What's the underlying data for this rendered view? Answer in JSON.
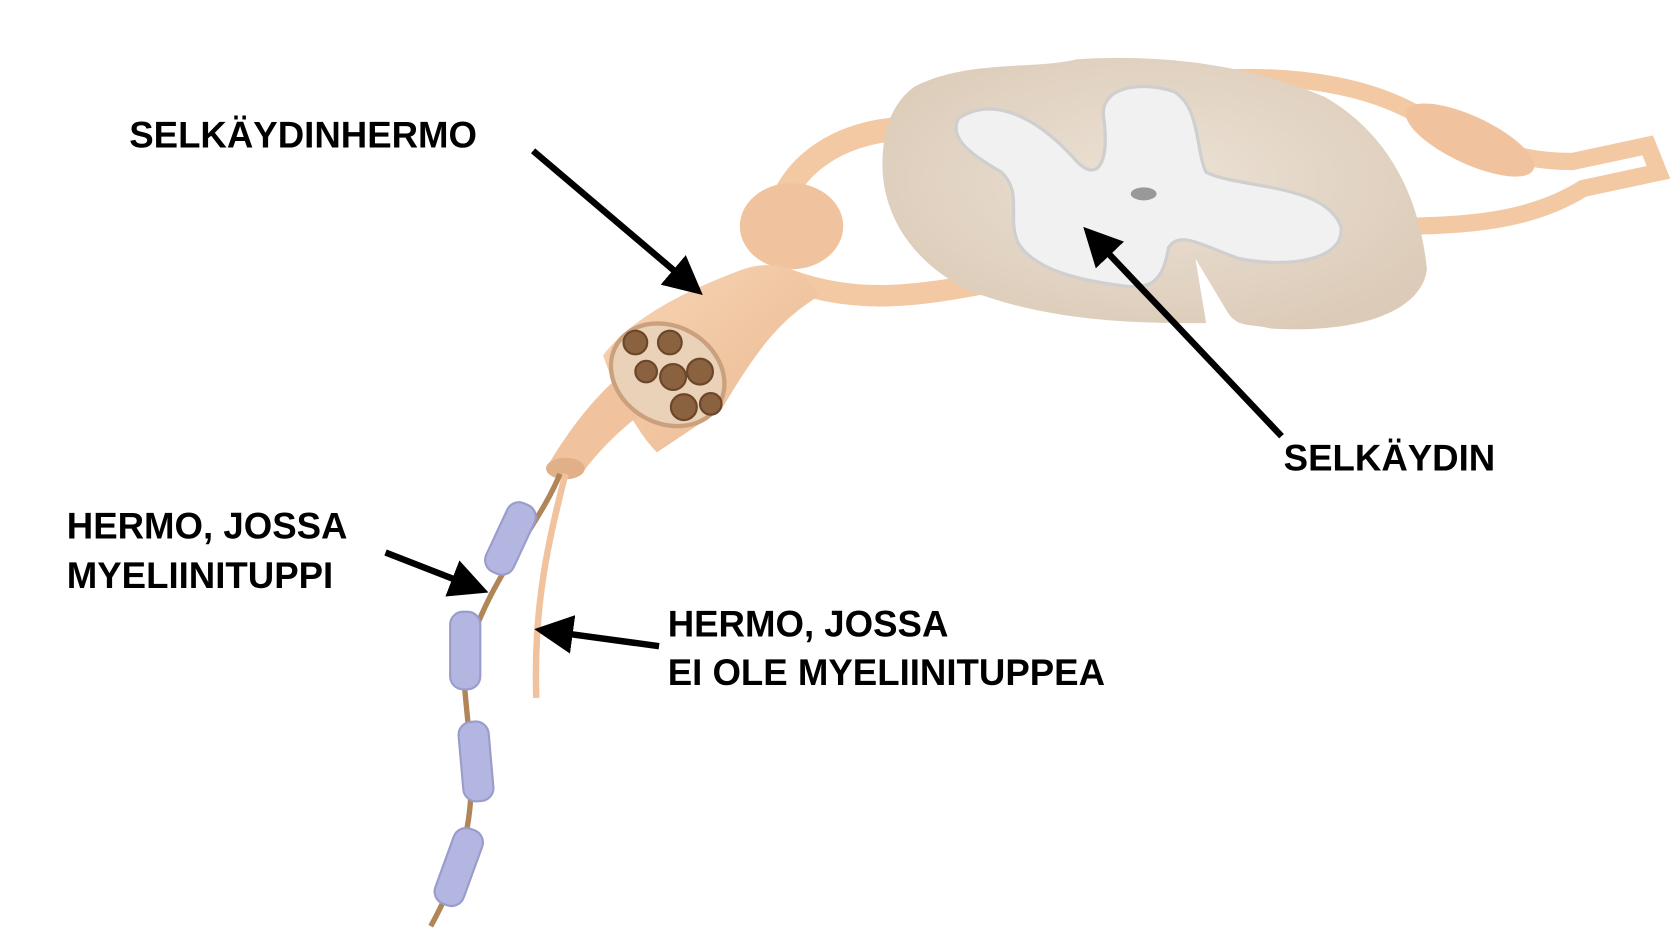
{
  "labels": {
    "spinal_nerve": "SELKÄYDINHERMO",
    "spinal_cord": "SELKÄYDIN",
    "myelinated_line1": "HERMO, JOSSA",
    "myelinated_line2": "MYELIINITUPPI",
    "unmyelinated_line1": "HERMO, JOSSA",
    "unmyelinated_line2": "EI OLE MYELIINITUPPEA"
  },
  "colors": {
    "nerve": "#f3c9a4",
    "spinal_cord_white_matter": "#e6d9cb",
    "grey_matter": "#f1f1f1",
    "myelin_sheath": "#b3b6e0",
    "axon": "#b08658"
  }
}
